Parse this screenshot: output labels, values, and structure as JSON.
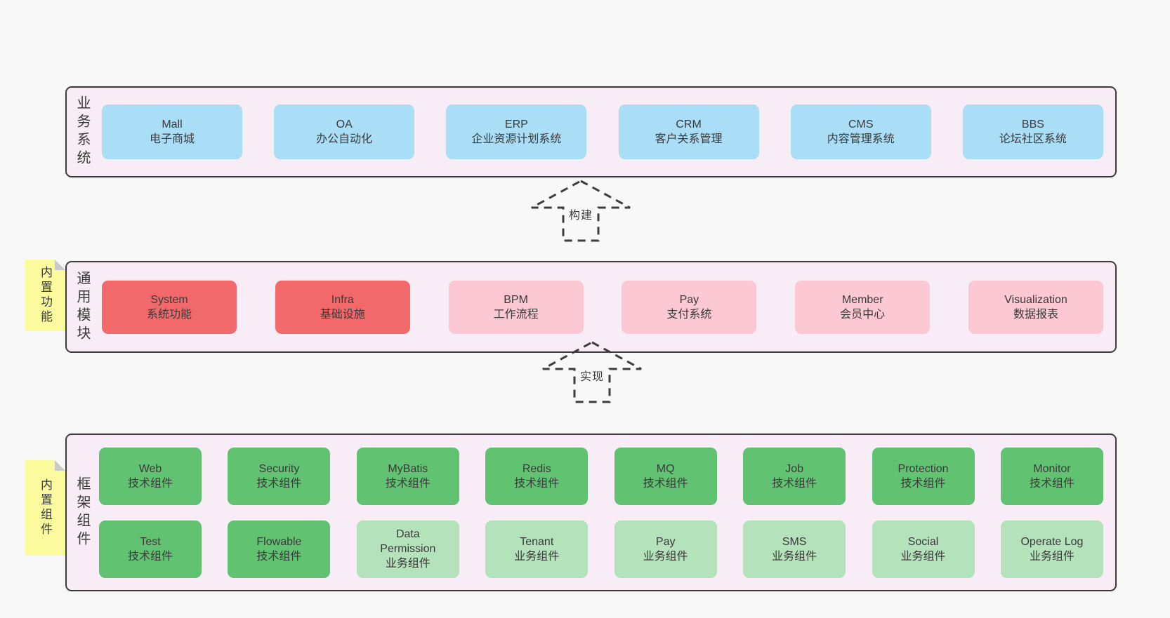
{
  "colors": {
    "page-bg": "#f8f8f8",
    "container-bg": "#f8edf6",
    "container-border": "#3b3b3b",
    "box-blue": "#aaddf6",
    "box-red": "#f2696b",
    "box-pink": "#fbc8d3",
    "box-green": "#61c272",
    "box-lightgreen": "#b4e2ba",
    "sticky-yellow": "#fbfb9e",
    "sticky-fold": "#c9c9c9",
    "text": "#3a3a3a",
    "arrow": "#3d3d3d"
  },
  "stickies": [
    {
      "text": "内置功能"
    },
    {
      "text": "内置组件"
    }
  ],
  "arrows": [
    {
      "label": "构建"
    },
    {
      "label": "实现"
    }
  ],
  "layers": [
    {
      "label": "业务系统",
      "boxes": [
        {
          "name": "Mall",
          "desc": "电子商城"
        },
        {
          "name": "OA",
          "desc": "办公自动化"
        },
        {
          "name": "ERP",
          "desc": "企业资源计划系统"
        },
        {
          "name": "CRM",
          "desc": "客户关系管理"
        },
        {
          "name": "CMS",
          "desc": "内容管理系统"
        },
        {
          "name": "BBS",
          "desc": "论坛社区系统"
        }
      ]
    },
    {
      "label": "通用模块",
      "boxes": [
        {
          "name": "System",
          "desc": "系统功能"
        },
        {
          "name": "Infra",
          "desc": "基础设施"
        },
        {
          "name": "BPM",
          "desc": "工作流程"
        },
        {
          "name": "Pay",
          "desc": "支付系统"
        },
        {
          "name": "Member",
          "desc": "会员中心"
        },
        {
          "name": "Visualization",
          "desc": "数据报表"
        }
      ]
    },
    {
      "label": "框架组件",
      "rows": [
        [
          {
            "name": "Web",
            "desc": "技术组件"
          },
          {
            "name": "Security",
            "desc": "技术组件"
          },
          {
            "name": "MyBatis",
            "desc": "技术组件"
          },
          {
            "name": "Redis",
            "desc": "技术组件"
          },
          {
            "name": "MQ",
            "desc": "技术组件"
          },
          {
            "name": "Job",
            "desc": "技术组件"
          },
          {
            "name": "Protection",
            "desc": "技术组件"
          },
          {
            "name": "Monitor",
            "desc": "技术组件"
          }
        ],
        [
          {
            "name": "Test",
            "desc": "技术组件"
          },
          {
            "name": "Flowable",
            "desc": "技术组件"
          },
          {
            "name": "Data Permission",
            "desc": "业务组件"
          },
          {
            "name": "Tenant",
            "desc": "业务组件"
          },
          {
            "name": "Pay",
            "desc": "业务组件"
          },
          {
            "name": "SMS",
            "desc": "业务组件"
          },
          {
            "name": "Social",
            "desc": "业务组件"
          },
          {
            "name": "Operate Log",
            "desc": "业务组件"
          }
        ]
      ]
    }
  ]
}
